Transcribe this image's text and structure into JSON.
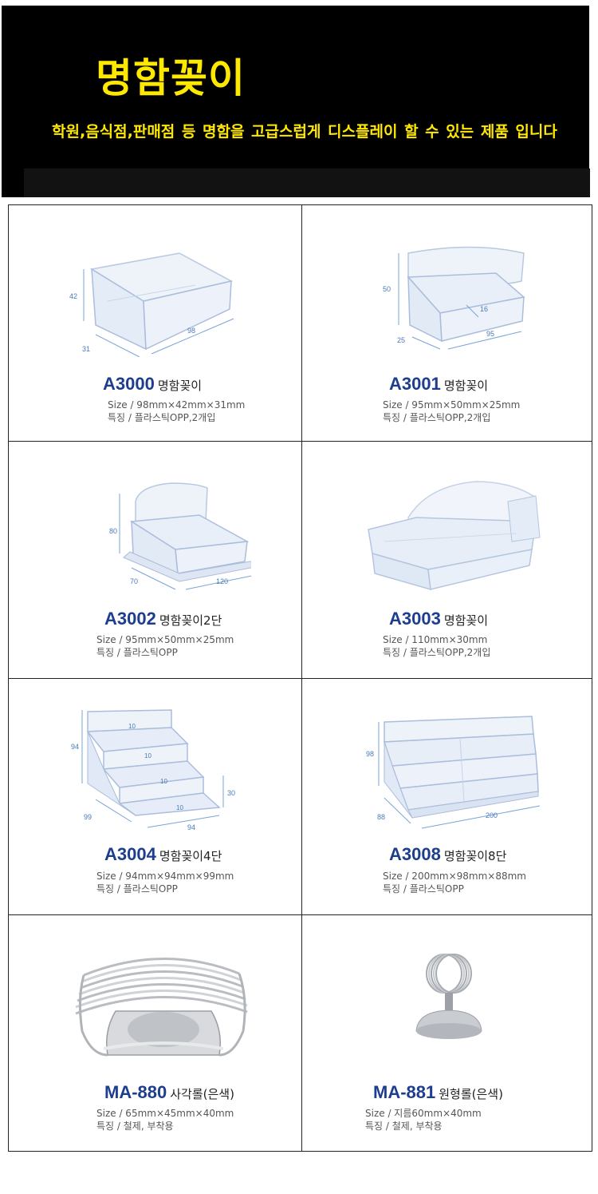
{
  "banner": {
    "title": "명함꽂이",
    "subtitle": "학원,음식점,판매점 등 명함을 고급스럽게 디스플레이 할 수 있는 제품 입니다",
    "title_color": "#ffe800",
    "background": "#000000"
  },
  "products": [
    {
      "code": "A3000",
      "name": "명함꽂이",
      "size": "Size / 98mm×42mm×31mm",
      "feature": "특징 / 플라스틱OPP,2개입",
      "dims": [
        "42",
        "98",
        "31"
      ]
    },
    {
      "code": "A3001",
      "name": "명함꽂이",
      "size": "Size / 95mm×50mm×25mm",
      "feature": "특징 / 플라스틱OPP,2개입",
      "dims": [
        "50",
        "16",
        "95",
        "25"
      ]
    },
    {
      "code": "A3002",
      "name": "명함꽂이2단",
      "size": "Size / 95mm×50mm×25mm",
      "feature": "특징 / 플라스틱OPP",
      "dims": [
        "80",
        "70",
        "120"
      ]
    },
    {
      "code": "A3003",
      "name": "명함꽂이",
      "size": "Size / 110mm×30mm",
      "feature": "특징 / 플라스틱OPP,2개입",
      "dims": []
    },
    {
      "code": "A3004",
      "name": "명함꽂이4단",
      "size": "Size / 94mm×94mm×99mm",
      "feature": "특징 / 플라스틱OPP",
      "dims": [
        "94",
        "10",
        "10",
        "10",
        "10",
        "30",
        "99",
        "94"
      ]
    },
    {
      "code": "A3008",
      "name": "명함꽂이8단",
      "size": "Size / 200mm×98mm×88mm",
      "feature": "특징 / 플라스틱OPP",
      "dims": [
        "98",
        "88",
        "200"
      ]
    },
    {
      "code": "MA-880",
      "name": "사각롤(은색)",
      "size": "Size / 65mm×45mm×40mm",
      "feature": "특징 / 철제, 부착용",
      "dims": []
    },
    {
      "code": "MA-881",
      "name": "원형롤(은색)",
      "size": "Size / 지름60mm×40mm",
      "feature": "특징 / 철제, 부착용",
      "dims": []
    }
  ],
  "colors": {
    "code_text": "#1d3d8f",
    "dimension_text": "#4a7ab8"
  }
}
